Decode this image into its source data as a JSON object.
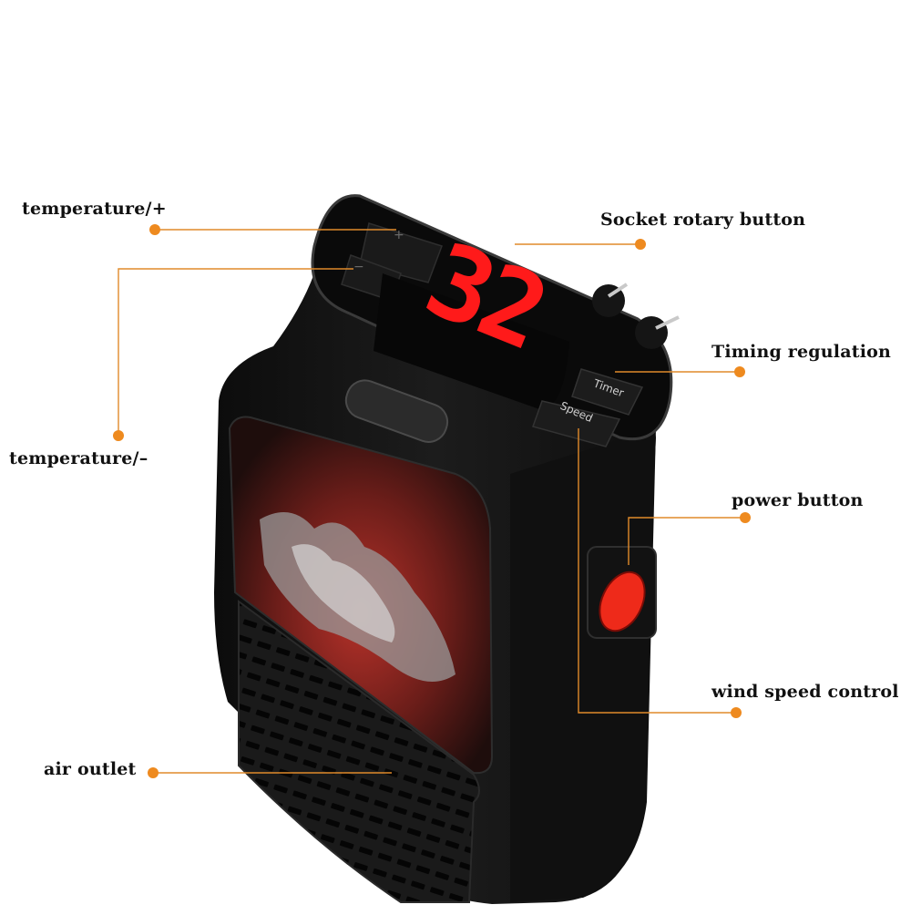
{
  "colors": {
    "leader": "#e08a2a",
    "dot": "#ee8a1f",
    "body": "#141414",
    "display_digit": "#ff1a1a",
    "power_switch": "#ee2a1a"
  },
  "device": {
    "display_value": "32",
    "timer_key": "Timer",
    "speed_key": "Speed",
    "plus_key": "+",
    "minus_key": "−"
  },
  "callouts": [
    {
      "id": "temp-plus",
      "text": "temperature/+"
    },
    {
      "id": "temp-minus",
      "text": "temperature/–"
    },
    {
      "id": "socket-rotary",
      "text": "Socket rotary button"
    },
    {
      "id": "timing",
      "text": "Timing regulation"
    },
    {
      "id": "power",
      "text": "power button"
    },
    {
      "id": "wind-speed",
      "text": "wind speed control"
    },
    {
      "id": "air-outlet",
      "text": "air outlet"
    }
  ]
}
